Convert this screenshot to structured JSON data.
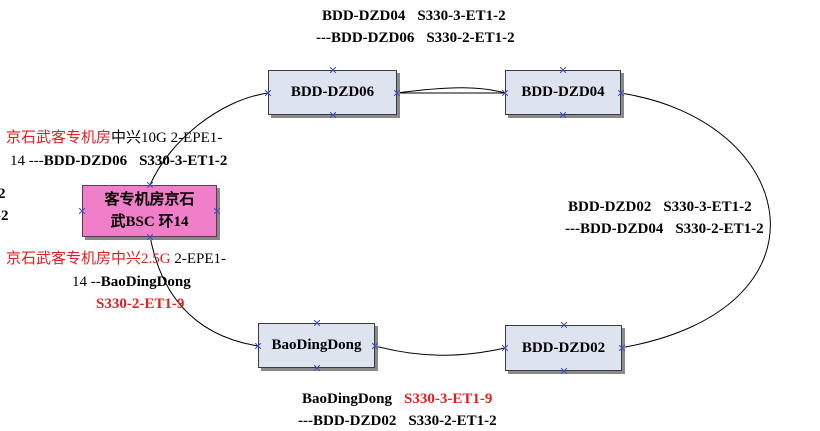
{
  "colors": {
    "node_fill": "#dde4f0",
    "core_fill": "#f07ec8",
    "accent_red": "#e02020",
    "handle": "#3b4cc0"
  },
  "nodes": {
    "dzd06": "BDD-DZD06",
    "dzd04": "BDD-DZD04",
    "dzd02": "BDD-DZD02",
    "baoding": "BaoDingDong",
    "core_line1": "客专机房京石",
    "core_line2": "武BSC 环14"
  },
  "labels": {
    "top": {
      "l1": "BDD-DZD04",
      "l1b": "S330-3-ET1-2",
      "l2": "---BDD-DZD06",
      "l2b": "S330-2-ET1-2"
    },
    "right": {
      "l1": "BDD-DZD02",
      "l1b": "S330-3-ET1-2",
      "l2": "---BDD-DZD04",
      "l2b": "S330-2-ET1-2"
    },
    "bottom": {
      "l1": "BaoDingDong",
      "l1b": "S330-3-ET1-9",
      "l2": "---BDD-DZD02",
      "l2b": "S330-2-ET1-2"
    },
    "upper_left": {
      "red": "京石武客专机房",
      "black": "中兴10G  2-EPE1-",
      "l2a": "14 ---",
      "l2b": "BDD-DZD06",
      "l2c": "S330-3-ET1-2"
    },
    "lower_left": {
      "red": "京石武客专机房中兴2.5G",
      "black": " 2-EPE1-",
      "l2a": "14  --",
      "l2b": "BaoDingDong",
      "l3": "S330-2-ET1-9"
    },
    "edge_left": {
      "l1": "2",
      "l2": "-2"
    }
  }
}
